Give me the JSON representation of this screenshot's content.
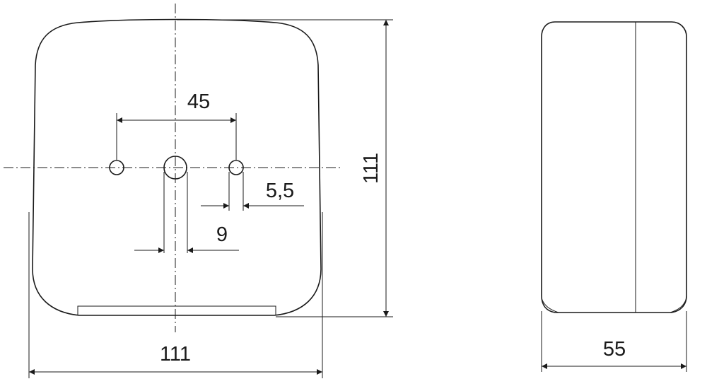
{
  "drawing": {
    "front_view": {
      "dim_width": "111",
      "dim_height": "111",
      "dim_hole_spacing": "45",
      "dim_slot_width": "9",
      "dim_small_hole": "5,5"
    },
    "side_view": {
      "dim_depth": "55"
    }
  }
}
